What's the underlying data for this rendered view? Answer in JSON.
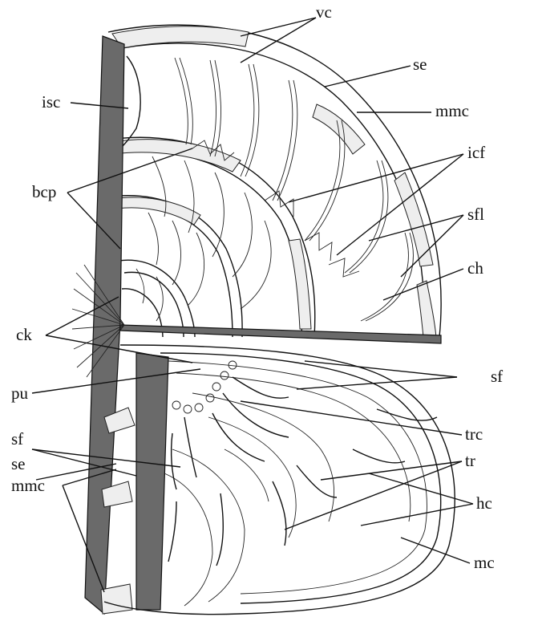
{
  "figure": {
    "labels": [
      {
        "id": "vc",
        "text": "vc"
      },
      {
        "id": "se-top",
        "text": "se"
      },
      {
        "id": "isc",
        "text": "isc"
      },
      {
        "id": "mmc-top",
        "text": "mmc"
      },
      {
        "id": "icf",
        "text": "icf"
      },
      {
        "id": "bcp",
        "text": "bcp"
      },
      {
        "id": "sfl",
        "text": "sfl"
      },
      {
        "id": "ch",
        "text": "ch"
      },
      {
        "id": "ck",
        "text": "ck"
      },
      {
        "id": "sf-right",
        "text": "sf"
      },
      {
        "id": "pu",
        "text": "pu"
      },
      {
        "id": "trc",
        "text": "trc"
      },
      {
        "id": "sf-left",
        "text": "sf"
      },
      {
        "id": "tr",
        "text": "tr"
      },
      {
        "id": "se-left",
        "text": "se"
      },
      {
        "id": "hc",
        "text": "hc"
      },
      {
        "id": "mmc-bottom",
        "text": "mmc"
      },
      {
        "id": "mc",
        "text": "mc"
      }
    ]
  }
}
